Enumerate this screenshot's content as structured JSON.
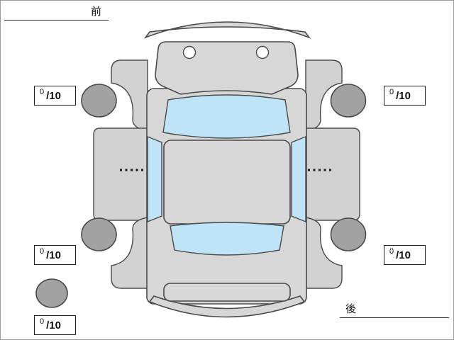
{
  "orientation": {
    "front_label": "前",
    "rear_label": "後"
  },
  "scores": {
    "front_left": {
      "value": "0",
      "denominator": "/10"
    },
    "front_right": {
      "value": "0",
      "denominator": "/10"
    },
    "rear_left": {
      "value": "0",
      "denominator": "/10"
    },
    "rear_right": {
      "value": "0",
      "denominator": "/10"
    },
    "spare": {
      "value": "0",
      "denominator": "/10"
    }
  },
  "colors": {
    "body_fill": "#d7d7d7",
    "panel_fill": "#d2d2d2",
    "window_fill": "#bfe4f7",
    "tire_fill": "#a2a2a2",
    "outline": "#4a4a4a"
  }
}
